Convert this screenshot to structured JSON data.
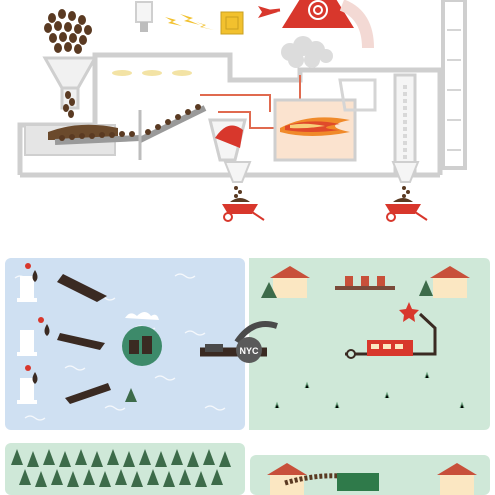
{
  "infographic": {
    "panels": [
      {
        "id": "coal-power-plant",
        "caption": ""
      },
      {
        "id": "oil-to-nyc",
        "caption": ""
      },
      {
        "id": "forest-to-town",
        "caption": ""
      }
    ],
    "nyc_label": "NYC"
  },
  "colors": {
    "plant_gray": "#c9c9c9",
    "accent_red": "#d8372c",
    "coal_brown": "#5a3a22",
    "flame_orange": "#f08a2a",
    "water_blue": "#cfe0f2",
    "land_green": "#cfe8d8",
    "house_red": "#c8503a",
    "forest_dark": "#3d6b4a",
    "bolt_yellow": "#f2c12e"
  },
  "icons": [
    "coal-pile-icon",
    "hopper-icon",
    "conveyor-icon",
    "lightbulb-icon",
    "lightning-bolt-icon",
    "solar-chip-icon",
    "warning-target-icon",
    "smoke-cloud-icon",
    "furnace-flame-icon",
    "smokestack-icon",
    "wheelbarrow-icon",
    "oil-rig-icon",
    "oil-drop-icon",
    "barrel-icon",
    "pipeline-icon",
    "house-icon",
    "pine-tree-icon",
    "bus-icon",
    "star-icon"
  ]
}
